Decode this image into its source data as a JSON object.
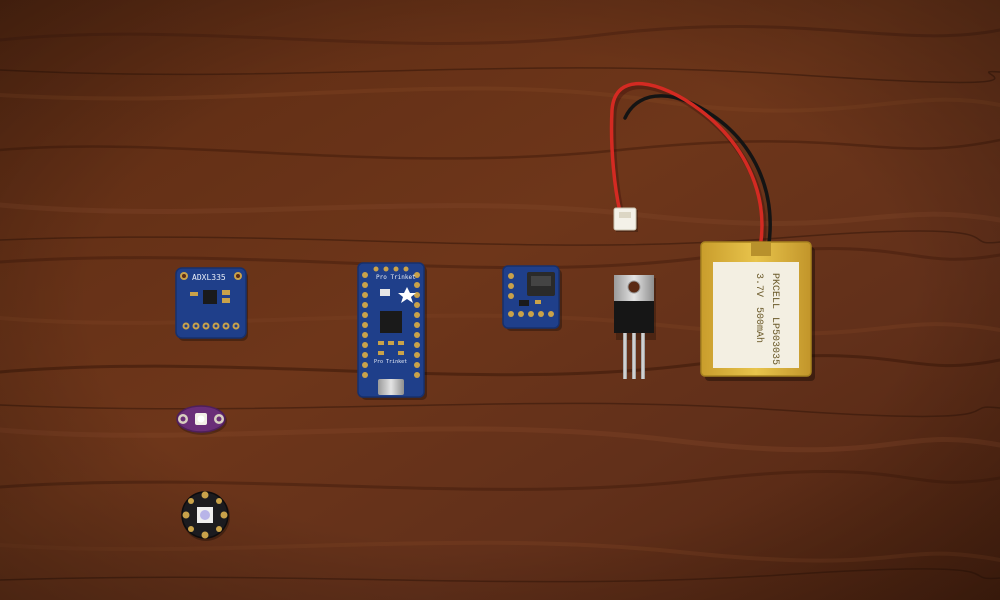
{
  "scene": {
    "surface": "walnut-wood-table",
    "colors": {
      "wood_base": "#6b3419",
      "wood_dark": "#3e1a0b",
      "wood_light": "#8a4a26",
      "pcb_blue": "#1f3f8a",
      "pcb_purple": "#6a2e78",
      "pcb_black": "#1b1b1f",
      "battery_gold": "#d8b23a",
      "wire_red": "#d42a22",
      "wire_black": "#141414"
    }
  },
  "components": {
    "accelerometer": {
      "label": "ADXL335"
    },
    "microcontroller": {
      "label": "Pro Trinket",
      "sublabel": "Pro Trinket"
    },
    "battery": {
      "brand": "PKCELL",
      "model": "LP503035",
      "voltage": "3.7V",
      "capacity": "500mAh"
    }
  }
}
